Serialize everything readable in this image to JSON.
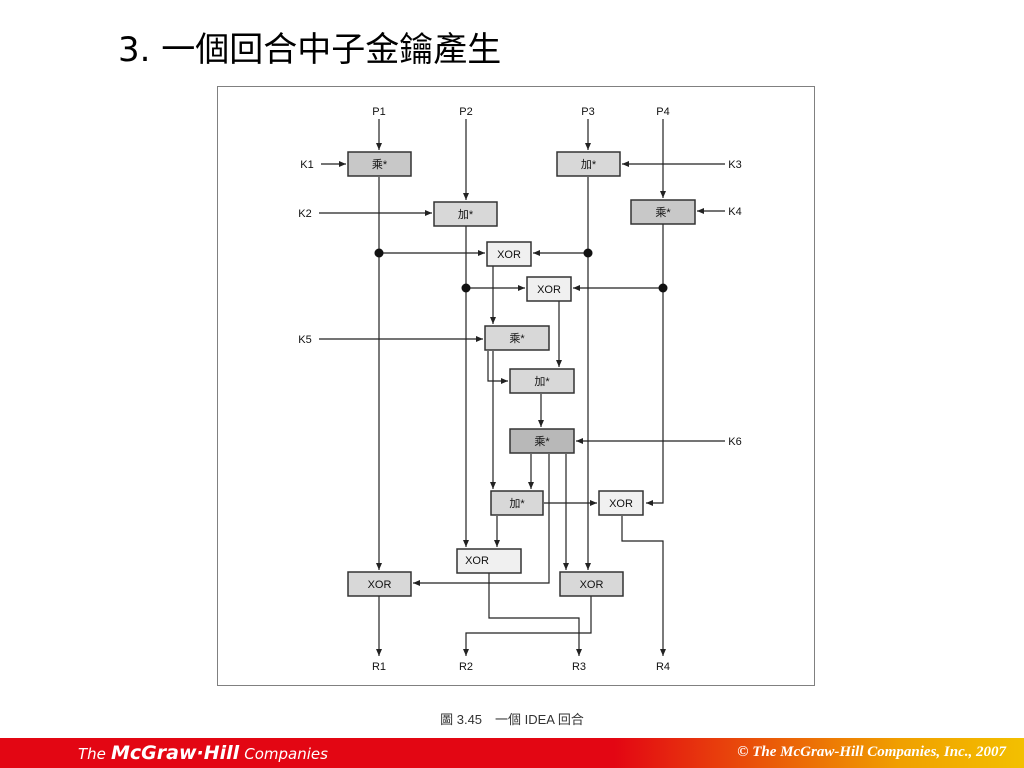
{
  "slide": {
    "title": "3. 一個回合中子金鑰產生"
  },
  "diagram": {
    "inputs": [
      "P1",
      "P2",
      "P3",
      "P4"
    ],
    "keys": {
      "k1": "K1",
      "k2": "K2",
      "k3": "K3",
      "k4": "K4",
      "k5": "K5",
      "k6": "K6"
    },
    "ops": {
      "mul": "乘*",
      "add": "加*",
      "xor": "XOR"
    },
    "outputs": [
      "R1",
      "R2",
      "R3",
      "R4"
    ]
  },
  "caption": "圖 3.45　一個 IDEA 回合",
  "footer": {
    "brand_the": "The",
    "brand_name": "McGraw·Hill",
    "brand_companies": "Companies",
    "copyright": "© The McGraw-Hill Companies, Inc., 2007",
    "gradient_colors": [
      "#e30613",
      "#f0a000",
      "#f3c000"
    ]
  }
}
